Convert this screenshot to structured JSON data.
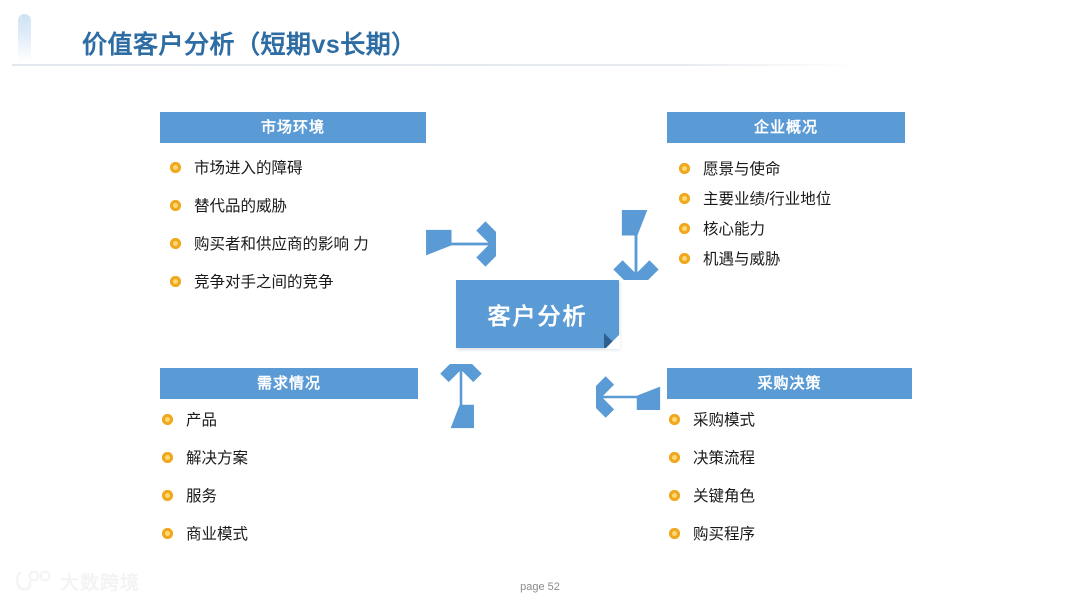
{
  "slide": {
    "title": "价值客户分析（短期vs长期）",
    "page_label": "page 52",
    "watermark_text": "大数跨境",
    "accent_blue": "#5b9bd5",
    "title_blue": "#2e6ca4",
    "bullet_orange": "#f0a81e",
    "fold_shadow": "#2f5f8c"
  },
  "center": {
    "label": "客户分析"
  },
  "panels": {
    "market": {
      "heading": "市场环境",
      "items": [
        "市场进入的障碍",
        "替代品的威胁",
        "购买者和供应商的影响 力",
        "竞争对手之间的竞争"
      ]
    },
    "company": {
      "heading": "企业概况",
      "items": [
        "愿景与使命",
        "主要业绩/行业地位",
        "核心能力",
        "机遇与威胁"
      ]
    },
    "demand": {
      "heading": "需求情况",
      "items": [
        "产品",
        "解决方案",
        "服务",
        "商业模式"
      ]
    },
    "purchase": {
      "heading": "采购决策",
      "items": [
        "采购模式",
        "决策流程",
        "关键角色",
        "购买程序"
      ]
    }
  },
  "arrows": {
    "top_left": "arrow-down-right-icon",
    "top_right": "arrow-down-left-icon",
    "bottom_left": "arrow-up-right-icon",
    "bottom_right": "arrow-up-left-icon"
  }
}
